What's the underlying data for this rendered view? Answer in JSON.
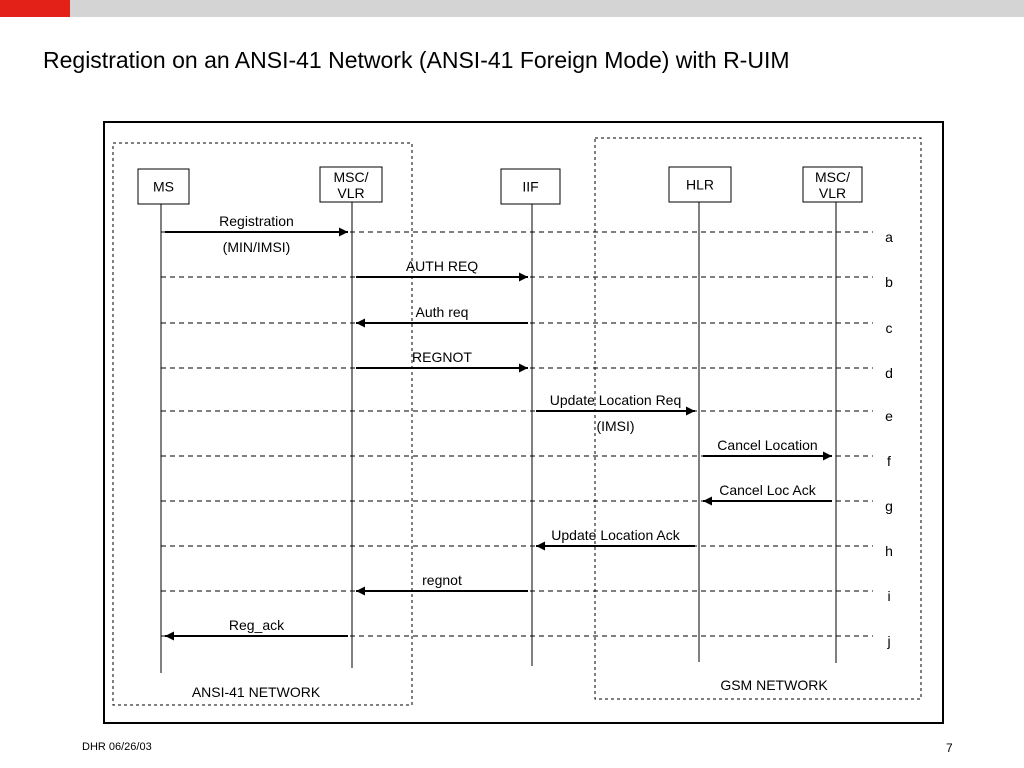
{
  "slide": {
    "title": "Registration on an ANSI-41 Network (ANSI-41 Foreign Mode) with R-UIM",
    "footer_left": "DHR 06/26/03",
    "page_number": "7"
  },
  "colors": {
    "accent": "#e32119",
    "bar": "#d4d4d4"
  },
  "diagram": {
    "networks": [
      {
        "id": "ansi41",
        "label": "ANSI-41 NETWORK"
      },
      {
        "id": "gsm",
        "label": "GSM NETWORK"
      }
    ],
    "entities": [
      {
        "id": "ms",
        "lines": [
          "MS"
        ]
      },
      {
        "id": "msc-vlr-ansi",
        "lines": [
          "MSC/",
          "VLR"
        ]
      },
      {
        "id": "iif",
        "lines": [
          "IIF"
        ]
      },
      {
        "id": "hlr",
        "lines": [
          "HLR"
        ]
      },
      {
        "id": "msc-vlr-gsm",
        "lines": [
          "MSC/",
          "VLR"
        ]
      }
    ],
    "steps": [
      {
        "letter": "a",
        "from": "ms",
        "to": "msc-vlr-ansi",
        "label": "Registration",
        "sublabel": "(MIN/IMSI)"
      },
      {
        "letter": "b",
        "from": "msc-vlr-ansi",
        "to": "iif",
        "label": "AUTH REQ",
        "sublabel": ""
      },
      {
        "letter": "c",
        "from": "iif",
        "to": "msc-vlr-ansi",
        "label": "Auth req",
        "sublabel": ""
      },
      {
        "letter": "d",
        "from": "msc-vlr-ansi",
        "to": "iif",
        "label": "REGNOT",
        "sublabel": ""
      },
      {
        "letter": "e",
        "from": "iif",
        "to": "hlr",
        "label": "Update Location Req",
        "sublabel": "(IMSI)"
      },
      {
        "letter": "f",
        "from": "hlr",
        "to": "msc-vlr-gsm",
        "label": "Cancel Location",
        "sublabel": ""
      },
      {
        "letter": "g",
        "from": "msc-vlr-gsm",
        "to": "hlr",
        "label": "Cancel Loc Ack",
        "sublabel": ""
      },
      {
        "letter": "h",
        "from": "hlr",
        "to": "iif",
        "label": "Update Location Ack",
        "sublabel": ""
      },
      {
        "letter": "i",
        "from": "iif",
        "to": "msc-vlr-ansi",
        "label": "regnot",
        "sublabel": ""
      },
      {
        "letter": "j",
        "from": "msc-vlr-ansi",
        "to": "ms",
        "label": "Reg_ack",
        "sublabel": ""
      }
    ]
  }
}
